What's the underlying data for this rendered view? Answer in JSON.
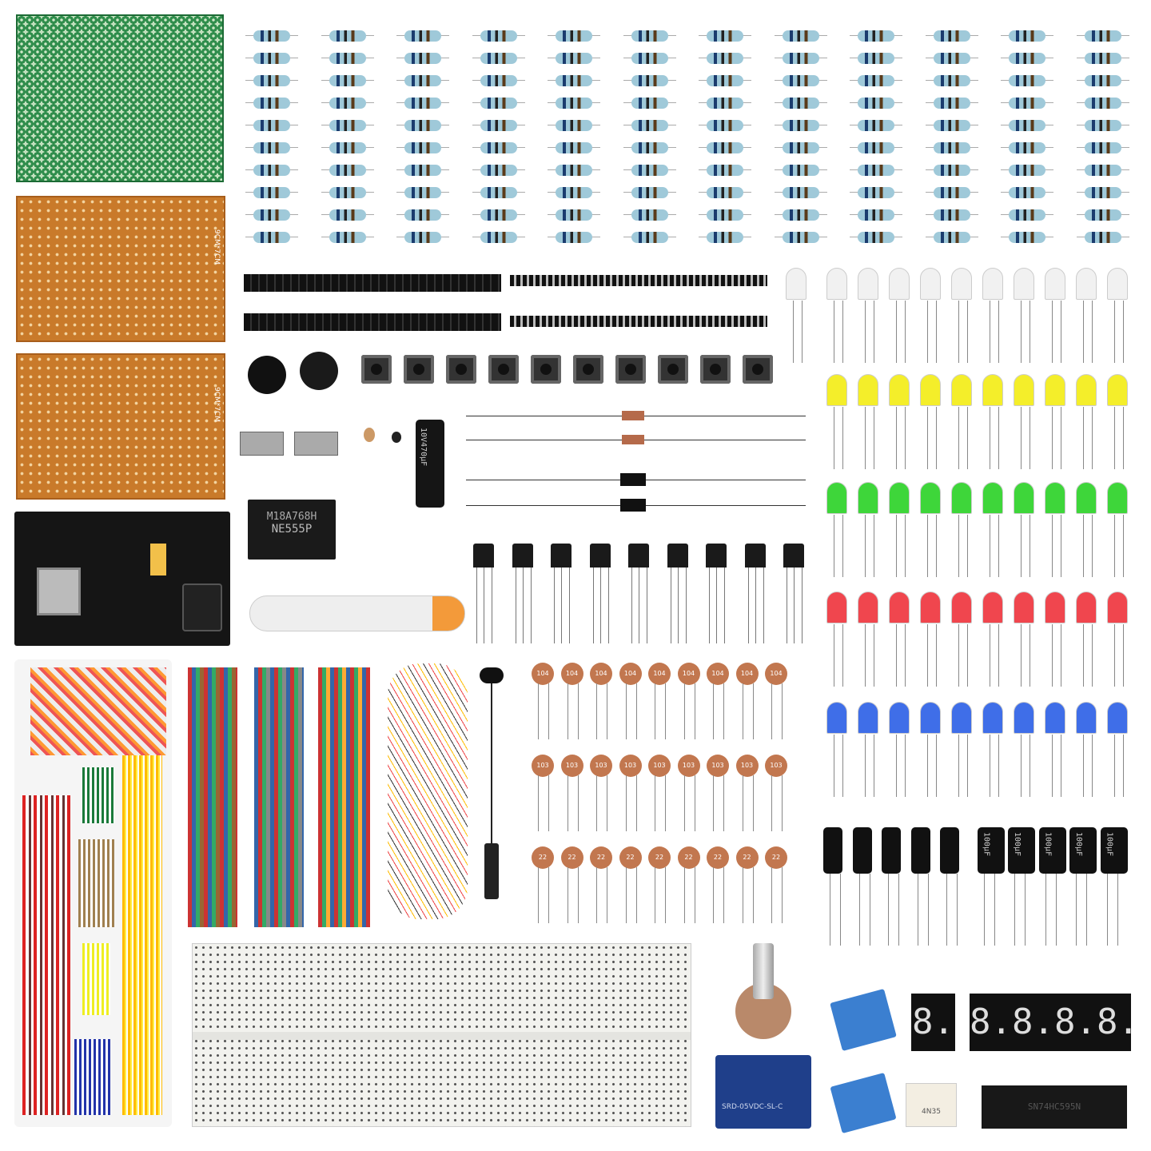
{
  "scene": "electronics-starter-kit",
  "components": {
    "ic_555": {
      "line1": "M18A768H",
      "line2": "NE555P"
    },
    "electrolytic_big": {
      "label": "10V470µF"
    },
    "ceramic_rows": [
      {
        "label": "104"
      },
      {
        "label": "103"
      },
      {
        "label": "22"
      }
    ],
    "relay": {
      "label": "SRD-05VDC-SL-C"
    },
    "shift_register": {
      "label": "SN74HC595N"
    },
    "optocoupler": {
      "label": "4N35"
    },
    "pcb_label": "9CM*7CM",
    "led_colors": [
      "#f1f1f1",
      "#f4ee2a",
      "#3ed63a",
      "#f0464e",
      "#3f6ee8"
    ],
    "seven_segment_single": "8.",
    "seven_segment_quad": "8.8.8.8.",
    "electrolytic_small_label": "100µF"
  }
}
